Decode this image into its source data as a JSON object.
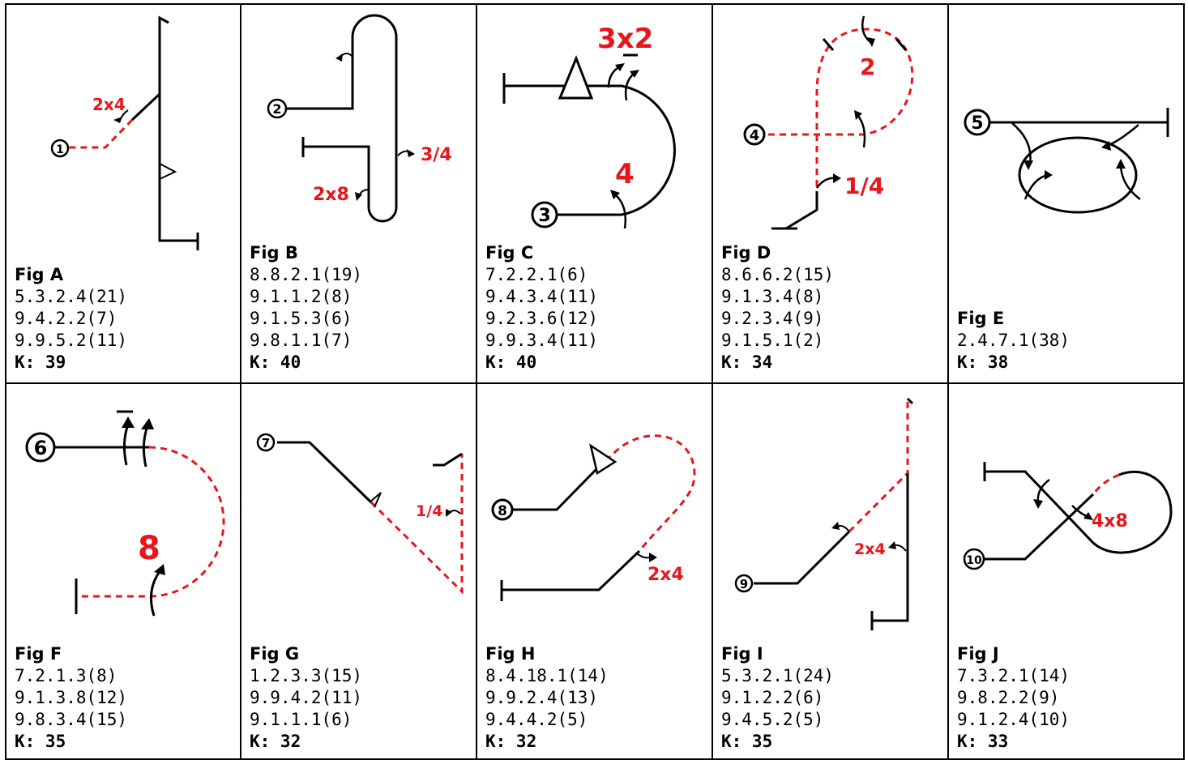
{
  "colors": {
    "line": "#000000",
    "accent": "#e8161b"
  },
  "figures": [
    {
      "id": "A",
      "title": "Fig A",
      "number": "1",
      "codes": [
        "5.3.2.4(21)",
        "9.4.2.2(7)",
        "9.9.5.2(11)"
      ],
      "k": "K: 39",
      "labels": [
        "2x4"
      ]
    },
    {
      "id": "B",
      "title": "Fig B",
      "number": "2",
      "codes": [
        "8.8.2.1(19)",
        "9.1.1.2(8)",
        "9.1.5.3(6)",
        "9.8.1.1(7)"
      ],
      "k": "K: 40",
      "labels": [
        "3/4",
        "2x8"
      ]
    },
    {
      "id": "C",
      "title": "Fig C",
      "number": "3",
      "codes": [
        "7.2.2.1(6)",
        "9.4.3.4(11)",
        "9.2.3.6(12)",
        "9.9.3.4(11)"
      ],
      "k": "K: 40",
      "labels": [
        "3x2",
        "4"
      ]
    },
    {
      "id": "D",
      "title": "Fig D",
      "number": "4",
      "codes": [
        "8.6.6.2(15)",
        "9.1.3.4(8)",
        "9.2.3.4(9)",
        "9.1.5.1(2)"
      ],
      "k": "K: 34",
      "labels": [
        "2",
        "1/4"
      ]
    },
    {
      "id": "E",
      "title": "Fig E",
      "number": "5",
      "codes": [
        "2.4.7.1(38)"
      ],
      "k": "K: 38",
      "labels": []
    },
    {
      "id": "F",
      "title": "Fig F",
      "number": "6",
      "codes": [
        "7.2.1.3(8)",
        "9.1.3.8(12)",
        "9.8.3.4(15)"
      ],
      "k": "K: 35",
      "labels": [
        "8"
      ]
    },
    {
      "id": "G",
      "title": "Fig G",
      "number": "7",
      "codes": [
        "1.2.3.3(15)",
        "9.9.4.2(11)",
        "9.1.1.1(6)"
      ],
      "k": "K: 32",
      "labels": [
        "1/4"
      ]
    },
    {
      "id": "H",
      "title": "Fig H",
      "number": "8",
      "codes": [
        "8.4.18.1(14)",
        "9.9.2.4(13)",
        "9.4.4.2(5)"
      ],
      "k": "K: 32",
      "labels": [
        "2x4"
      ]
    },
    {
      "id": "I",
      "title": "Fig I",
      "number": "9",
      "codes": [
        "5.3.2.1(24)",
        "9.1.2.2(6)",
        "9.4.5.2(5)"
      ],
      "k": "K: 35",
      "labels": [
        "2x4"
      ]
    },
    {
      "id": "J",
      "title": "Fig J",
      "number": "10",
      "codes": [
        "7.3.2.1(14)",
        "9.8.2.2(9)",
        "9.1.2.4(10)"
      ],
      "k": "K: 33",
      "labels": [
        "4x8"
      ]
    }
  ]
}
